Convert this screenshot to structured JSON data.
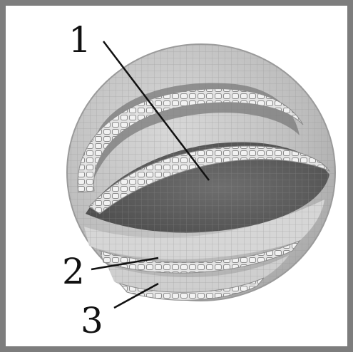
{
  "labels": [
    {
      "id": "label-1",
      "text": "1"
    },
    {
      "id": "label-2",
      "text": "2"
    },
    {
      "id": "label-3",
      "text": "3"
    }
  ],
  "colors": {
    "frame": "#7d7d7d",
    "shell": "#c3c3c3",
    "dark_core": "#5a5a5a",
    "band": "#dadada",
    "bead_border": "#8c8c8c",
    "ink": "#111111"
  }
}
